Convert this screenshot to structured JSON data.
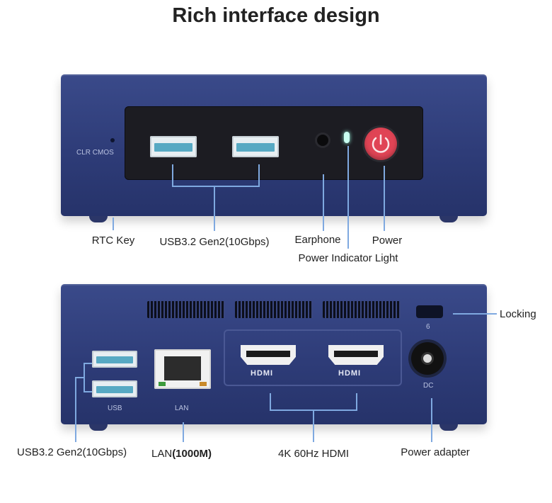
{
  "title": "Rich interface design",
  "colors": {
    "chassis": "#2e3c78",
    "panel": "#1c1c22",
    "power_button": "#e04455",
    "usb_tongue": "#57a9c3",
    "callout_line": "#7fa9e0"
  },
  "front": {
    "device_labels": {
      "clr_cmos": "CLR CMOS"
    },
    "callouts": {
      "rtc_key": "RTC Key",
      "usb": "USB3.2 Gen2(10Gbps)",
      "earphone": "Earphone",
      "power": "Power",
      "indicator": "Power Indicator Light"
    }
  },
  "rear": {
    "device_labels": {
      "usb": "USB",
      "lan": "LAN",
      "dc": "DC",
      "lock": "6",
      "hdmi_logo": "HDMI"
    },
    "callouts": {
      "usb": "USB3.2 Gen2(10Gbps)",
      "lan_prefix": "LAN",
      "lan_speed": "(1000M",
      "lan_suffix": ")",
      "hdmi": "4K 60Hz HDMI",
      "power_adapter": "Power adapter",
      "locking": "Locking"
    }
  }
}
